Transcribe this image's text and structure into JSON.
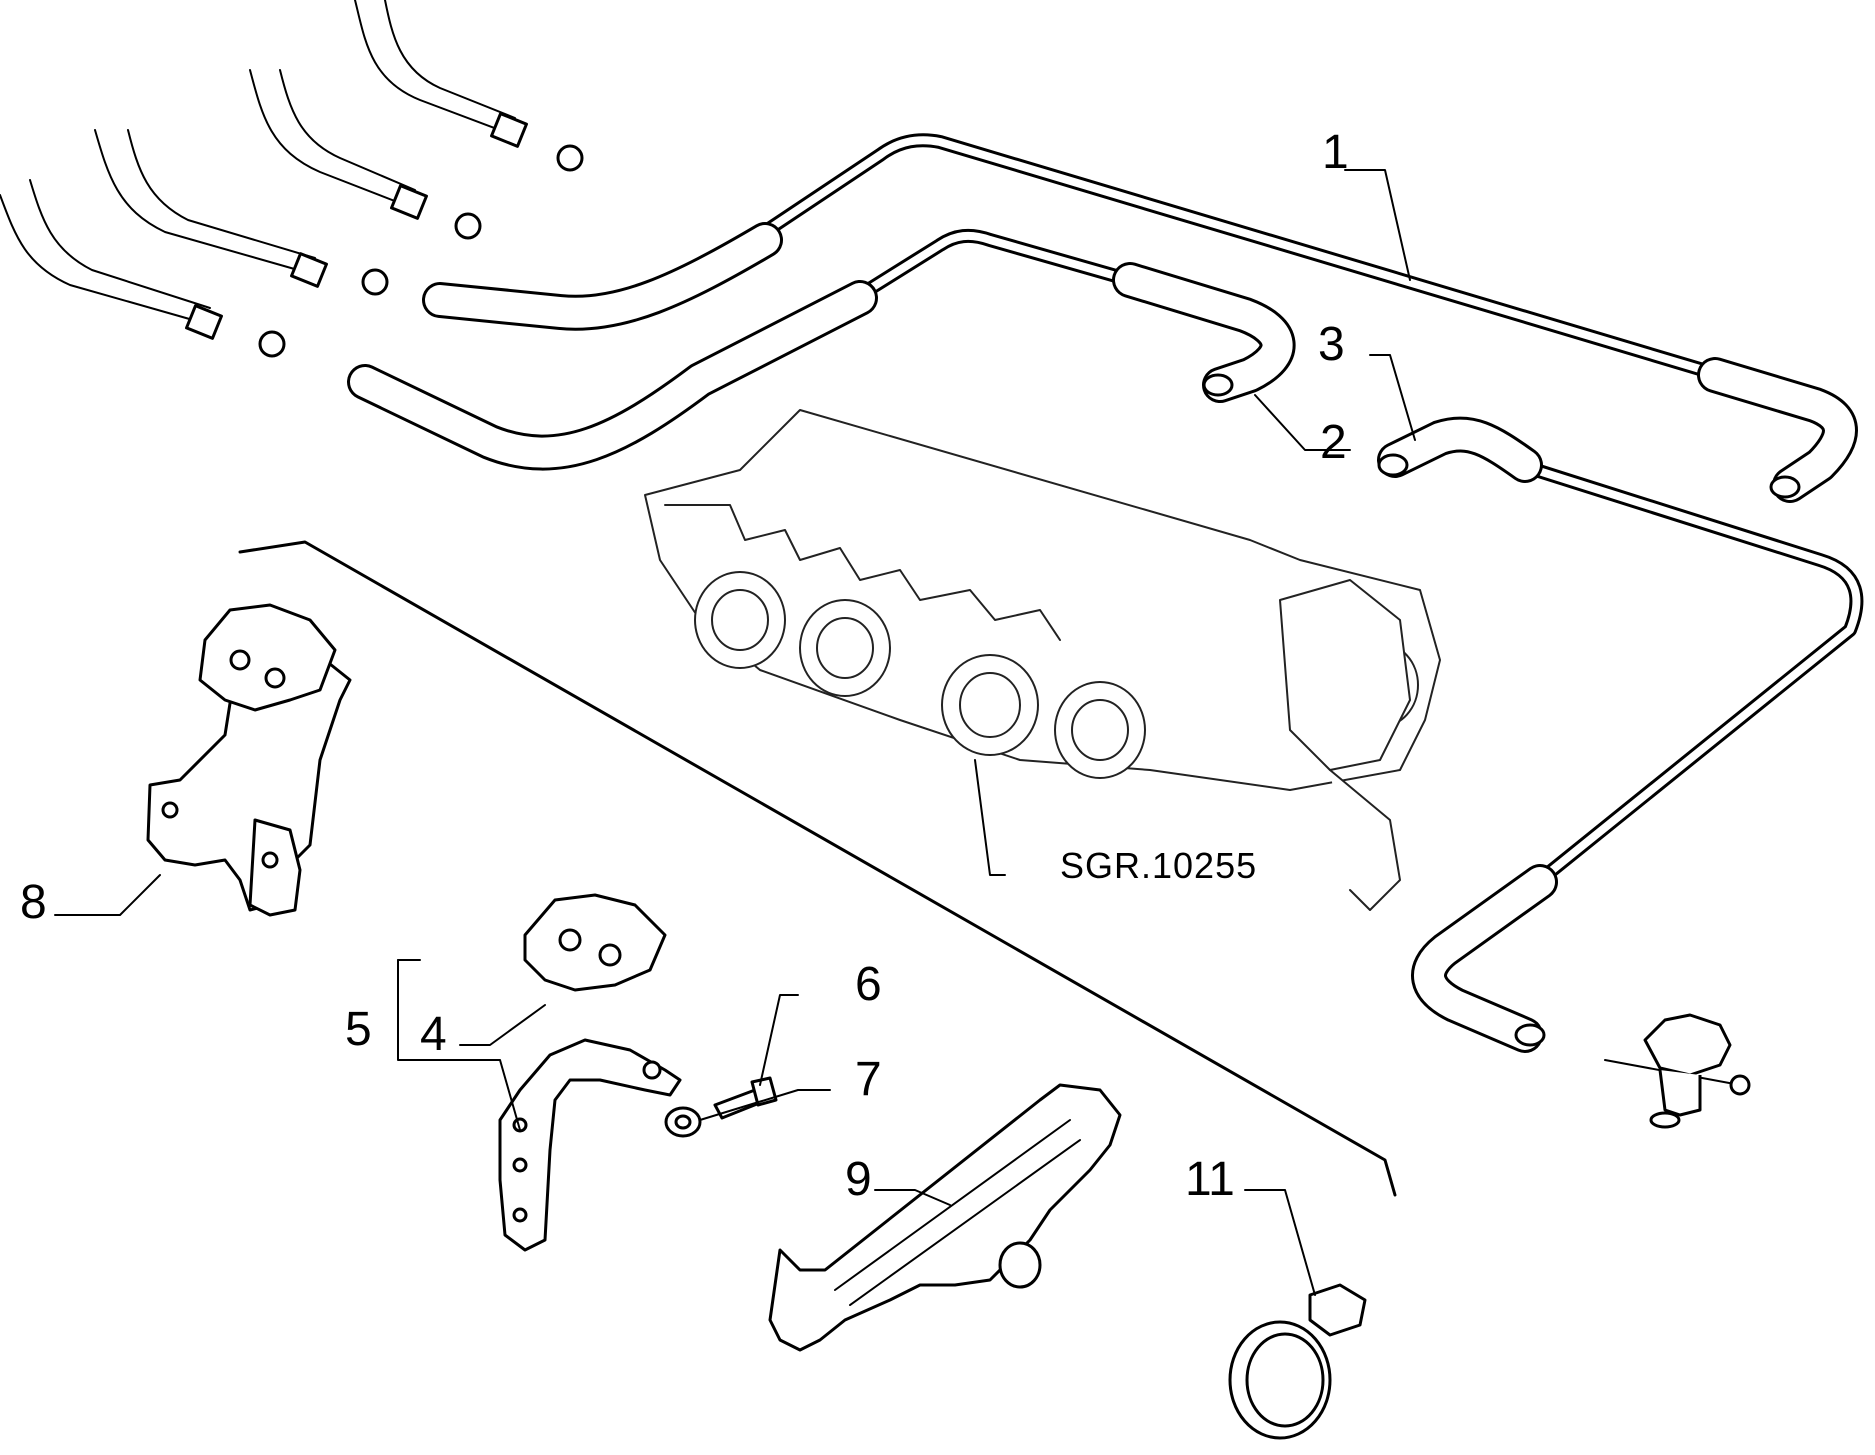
{
  "diagram": {
    "reference_code": "SGR.10255",
    "callouts": [
      {
        "id": "1",
        "label": "1"
      },
      {
        "id": "2",
        "label": "2"
      },
      {
        "id": "3",
        "label": "3"
      },
      {
        "id": "4",
        "label": "4"
      },
      {
        "id": "5",
        "label": "5"
      },
      {
        "id": "6",
        "label": "6"
      },
      {
        "id": "7",
        "label": "7"
      },
      {
        "id": "8",
        "label": "8"
      },
      {
        "id": "9",
        "label": "9"
      },
      {
        "id": "11",
        "label": "11"
      }
    ]
  }
}
